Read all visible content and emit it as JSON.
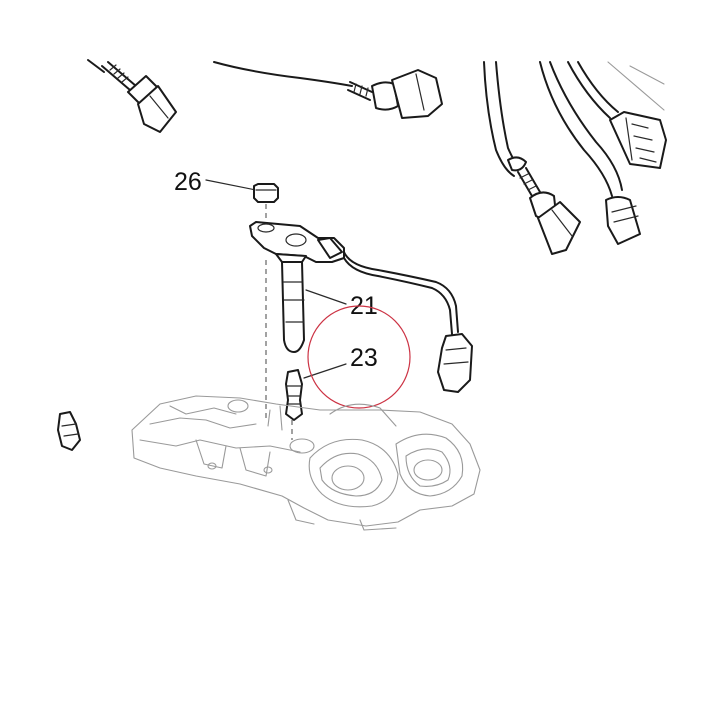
{
  "diagram": {
    "callouts": [
      {
        "id": "26",
        "text": "26"
      },
      {
        "id": "21",
        "text": "21"
      },
      {
        "id": "23",
        "text": "23"
      }
    ],
    "highlight_color": "#cc3344",
    "line_color": "#1a1a1a"
  }
}
